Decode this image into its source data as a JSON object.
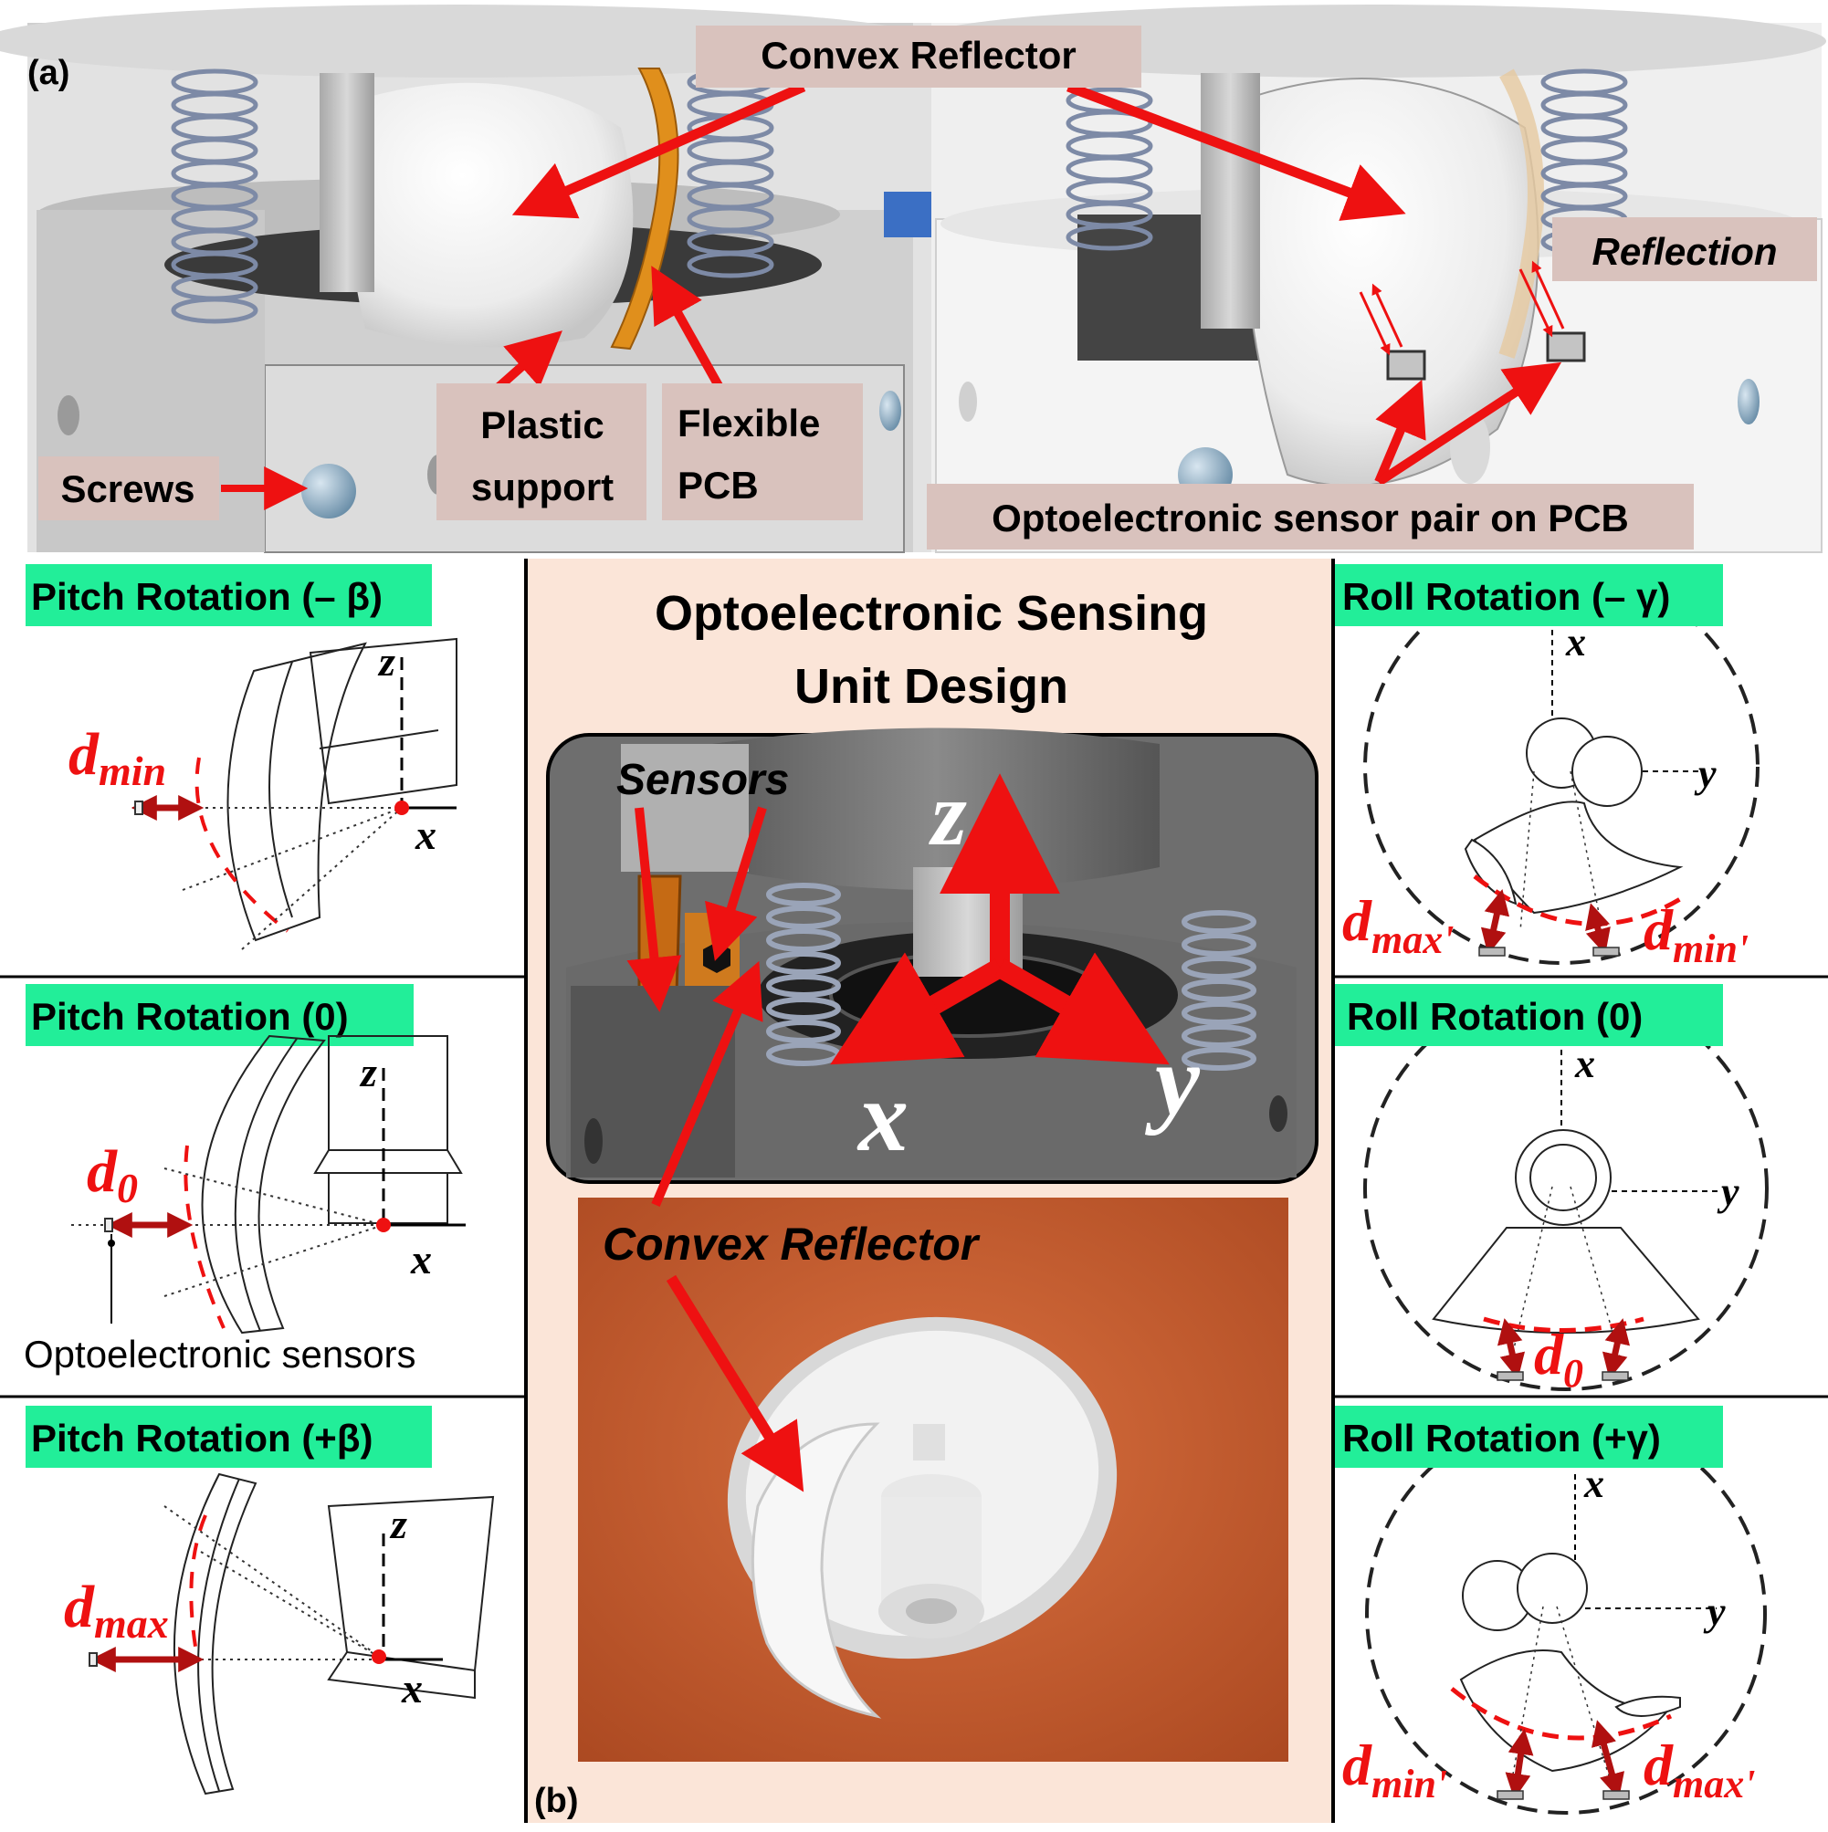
{
  "panel_a": {
    "label": "(a)",
    "convex_reflector": "Convex  Reflector",
    "reflection": "Reflection",
    "screws": "Screws",
    "plastic_support_1": "Plastic",
    "plastic_support_2": "support",
    "flexible_pcb_1": "Flexible",
    "flexible_pcb_2": "PCB",
    "sensor_pair": "Optoelectronic sensor pair on PCB"
  },
  "panel_b": {
    "label": "(b)",
    "title_1": "Optoelectronic Sensing",
    "title_2": "Unit Design",
    "sensors": "Sensors",
    "convex_reflector": "Convex Reflector",
    "axis_z": "z",
    "axis_x": "x",
    "axis_y": "y"
  },
  "pitch": {
    "minus": {
      "title": "Pitch Rotation (– β)",
      "d_base": "d",
      "d_sub": "min"
    },
    "zero": {
      "title": "Pitch Rotation (0)",
      "d_base": "d",
      "d_sub": "0",
      "sensors_label": "Optoelectronic sensors"
    },
    "plus": {
      "title": "Pitch Rotation (+β)",
      "d_base": "d",
      "d_sub": "max"
    },
    "axis_z": "z",
    "axis_x": "x"
  },
  "roll": {
    "minus": {
      "title": "Roll Rotation (– γ)",
      "left_sub": "max'",
      "right_sub": "min'"
    },
    "zero": {
      "title": "Roll Rotation (0)",
      "d_sub": "0"
    },
    "plus": {
      "title": "Roll Rotation (+γ)",
      "left_sub": "min'",
      "right_sub": "max'"
    },
    "d_base": "d",
    "axis_x": "x",
    "axis_y": "y"
  },
  "colors": {
    "label_box": "#d9c2bd",
    "title_box": "#22ee99",
    "center_panel": "#fbe5d8",
    "arrow_red": "#ee1111",
    "arrow_blue": "#3b6fc4"
  }
}
